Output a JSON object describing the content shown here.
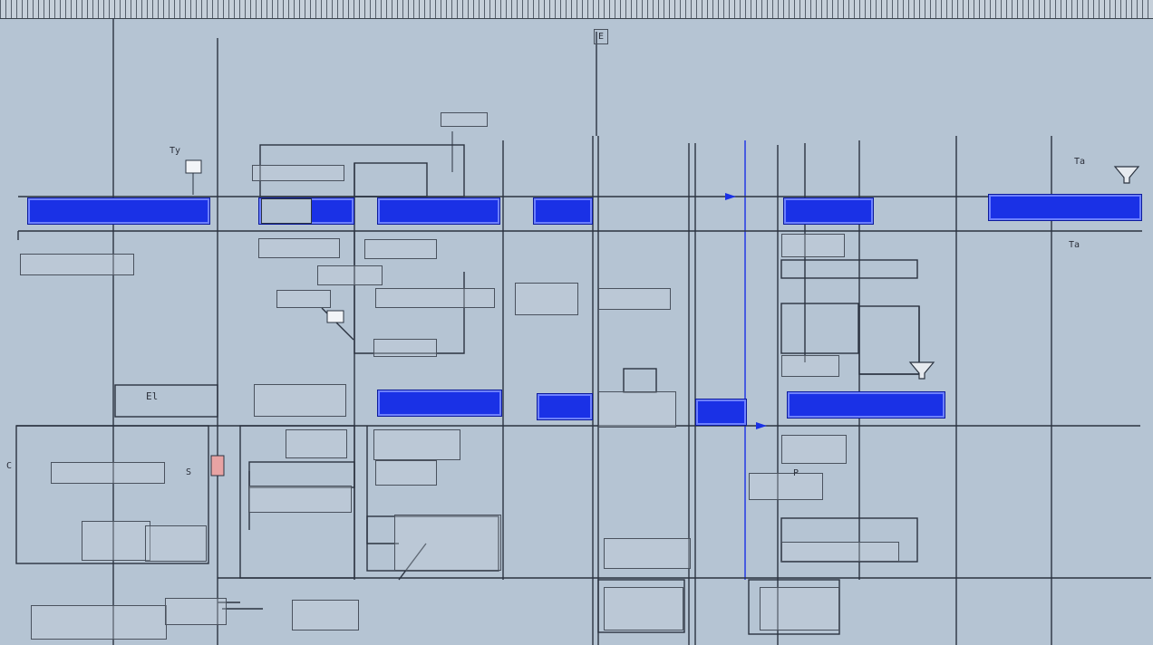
{
  "diagram": {
    "title_note": "E",
    "bars": [
      {
        "id": "bar-a",
        "label": ""
      },
      {
        "id": "bar-b",
        "label": ""
      },
      {
        "id": "bar-c",
        "label": ""
      },
      {
        "id": "bar-e",
        "label": ""
      },
      {
        "id": "bar-f",
        "label": ""
      },
      {
        "id": "bar-g",
        "label": ""
      },
      {
        "id": "bar-h",
        "label": ""
      }
    ],
    "notes": [
      {
        "id": "n-ty",
        "text": "Ty"
      },
      {
        "id": "n-el",
        "text": "El"
      },
      {
        "id": "n-ta",
        "text": "Ta"
      },
      {
        "id": "n-ta2",
        "text": "Ta"
      },
      {
        "id": "n-s",
        "text": "S"
      },
      {
        "id": "n-cl",
        "text": "C"
      },
      {
        "id": "n-pl",
        "text": "P"
      }
    ]
  },
  "colors": {
    "background": "#b5c4d3",
    "bar_fill": "#1a31e6",
    "line": "#2b3340"
  }
}
